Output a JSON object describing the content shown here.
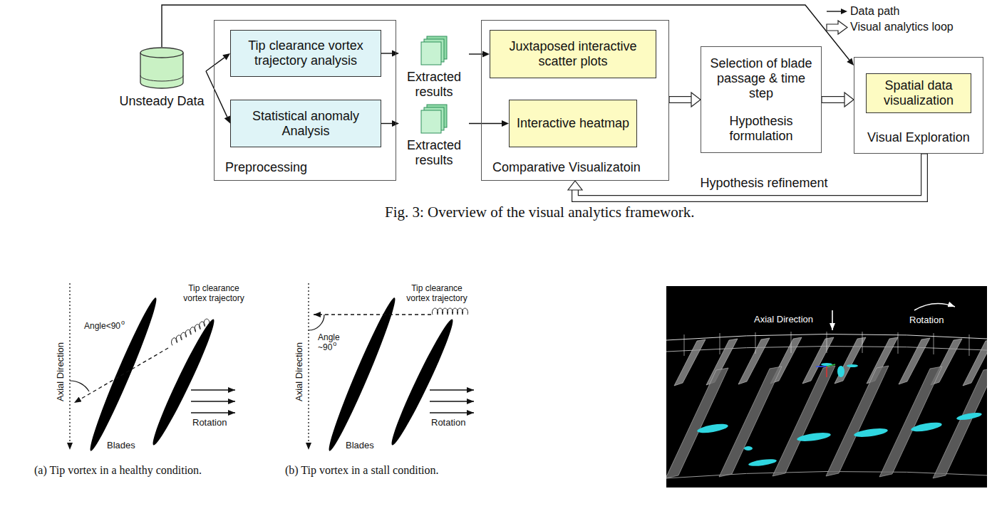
{
  "diagram": {
    "caption": "Fig. 3: Overview of the visual analytics framework.",
    "nodes": [
      {
        "text": [
          "Unsteady Data"
        ]
      },
      {
        "text": [
          "Preprocessing"
        ]
      },
      {
        "text": [
          "Tip clearance vortex trajectory analysis"
        ],
        "in": 1
      },
      {
        "text": [
          "Statistical anomaly Analysis"
        ],
        "in": 1
      },
      {
        "text": [
          "Extracted results"
        ]
      },
      {
        "text": [
          "Extracted results"
        ]
      },
      {
        "text": [
          "Comparative Visualizatoin"
        ]
      },
      {
        "text": [
          "Juxtaposed interactive scatter plots"
        ],
        "in": 6
      },
      {
        "text": [
          "Interactive heatmap"
        ],
        "in": 6
      },
      {
        "text": [
          "Selection of blade passage & time step",
          "Hypothesis formulation"
        ]
      },
      {
        "text": [
          "Visual Exploration"
        ]
      },
      {
        "text": [
          "Spatial data visualization"
        ],
        "in": 10
      }
    ],
    "edges": [
      {
        "from": 0,
        "to": 2,
        "arrow": "to"
      },
      {
        "from": 0,
        "to": 3,
        "arrow": "to"
      },
      {
        "from": 2,
        "to": 4,
        "arrow": "to"
      },
      {
        "from": 3,
        "to": 5,
        "arrow": "to"
      },
      {
        "from": 4,
        "to": 7,
        "arrow": "to"
      },
      {
        "from": 5,
        "to": 8,
        "arrow": "to"
      },
      {
        "from": 6,
        "to": 9,
        "arrow": "to"
      },
      {
        "from": 9,
        "to": 10,
        "arrow": "to"
      },
      {
        "from": 0,
        "to": 10,
        "arrow": "to"
      },
      {
        "from": 10,
        "to": 6,
        "label": "Hypothesis refinement",
        "arrow": "to"
      }
    ],
    "labels": [
      "Tip clearance vortex trajectory",
      "Angle<90",
      "o",
      "Axial Direction",
      "Blades",
      "Rotation",
      "(a) Tip vortex in a healthy condition.",
      "Tip clearance vortex trajectory",
      "Angle ~90",
      "o",
      "Axial Direction",
      "Blades",
      "Rotation",
      "(b) Tip vortex in a stall condition.",
      "Axial Direction",
      "Rotation"
    ],
    "legend": [
      {
        "text": "Data path"
      },
      {
        "text": "Visual analytics loop"
      }
    ]
  }
}
